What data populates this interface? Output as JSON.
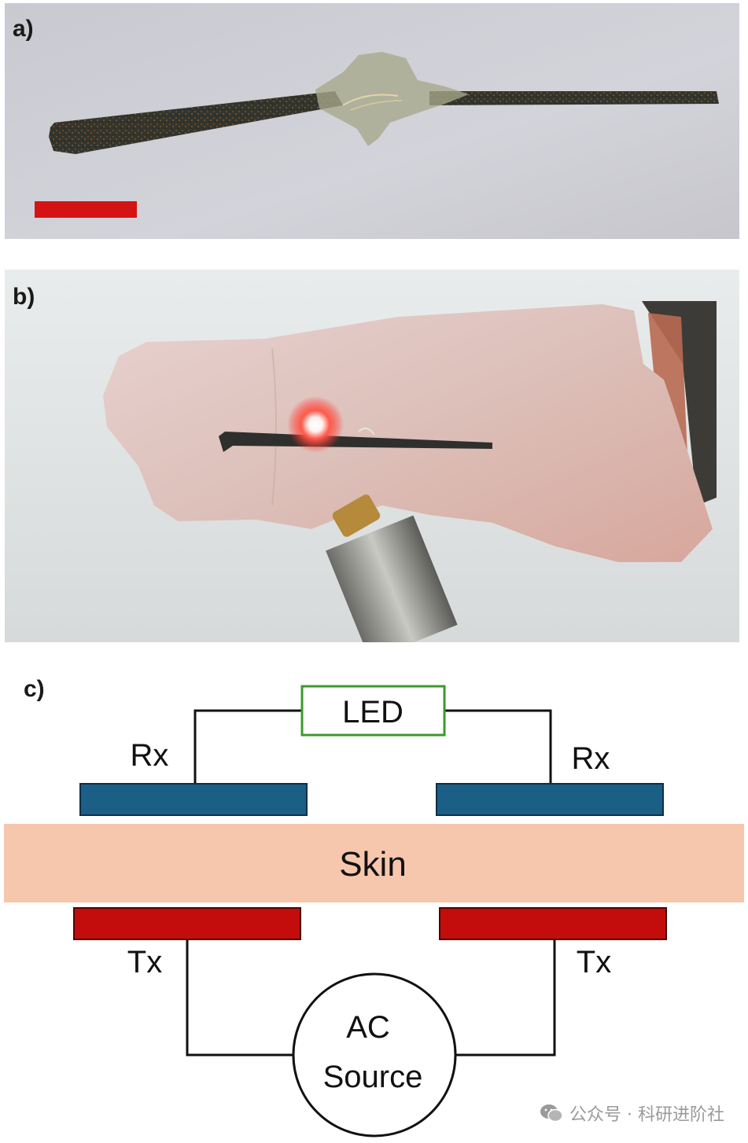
{
  "panels": {
    "a": {
      "label": "a)"
    },
    "b": {
      "label": "b)"
    },
    "c": {
      "label": "c)",
      "led_label": "LED",
      "rx_left_label": "Rx",
      "rx_right_label": "Rx",
      "skin_label": "Skin",
      "tx_left_label": "Tx",
      "tx_right_label": "Tx",
      "source_line1": "AC",
      "source_line2": "Source"
    }
  },
  "watermark": {
    "text": "公众号 · 科研进阶社",
    "icon": "wechat-icon"
  },
  "colors": {
    "receiver": "#1b5f86",
    "transmitter": "#c30d0d",
    "skin": "#f6c6ad",
    "led_border": "#3a9b2a",
    "scale_bar": "#d41414"
  }
}
